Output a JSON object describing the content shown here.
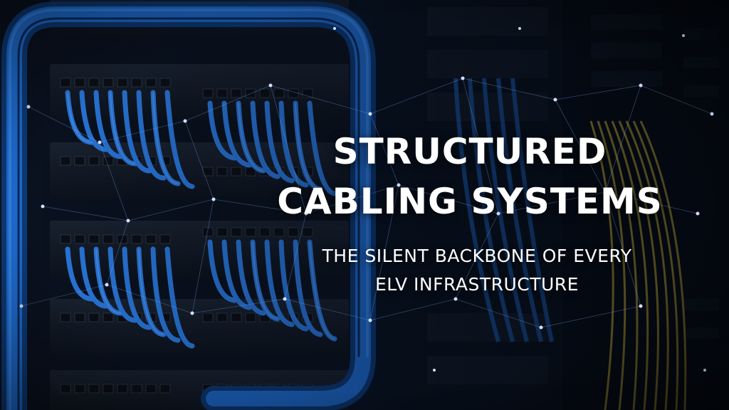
{
  "headline": {
    "line1": "STRUCTURED",
    "line2": "CABLING SYSTEMS"
  },
  "subheadline": {
    "line1": "THE SILENT BACKBONE OF EVERY",
    "line2": "ELV INFRASTRUCTURE"
  },
  "colors": {
    "cable_blue": "#1f6fd6",
    "cable_yellow": "#c9b23a",
    "rack_dark": "#0b1422",
    "text": "#ffffff"
  }
}
